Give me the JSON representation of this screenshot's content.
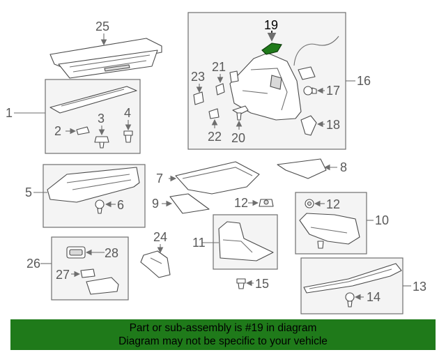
{
  "callouts": {
    "c1": "1",
    "c2": "2",
    "c3": "3",
    "c4": "4",
    "c5": "5",
    "c6": "6",
    "c7": "7",
    "c8": "8",
    "c9": "9",
    "c10": "10",
    "c11": "11",
    "c12a": "12",
    "c12b": "12",
    "c13": "13",
    "c14": "14",
    "c15": "15",
    "c16": "16",
    "c17": "17",
    "c18": "18",
    "c19": "19",
    "c20": "20",
    "c21": "21",
    "c22": "22",
    "c23": "23",
    "c24": "24",
    "c25": "25",
    "c26": "26",
    "c27": "27",
    "c28": "28"
  },
  "highlight_color": "#1f7a1a",
  "footer": {
    "line1": "Part or sub-assembly is #19 in diagram",
    "line2": "Diagram may not be specific to your vehicle"
  }
}
